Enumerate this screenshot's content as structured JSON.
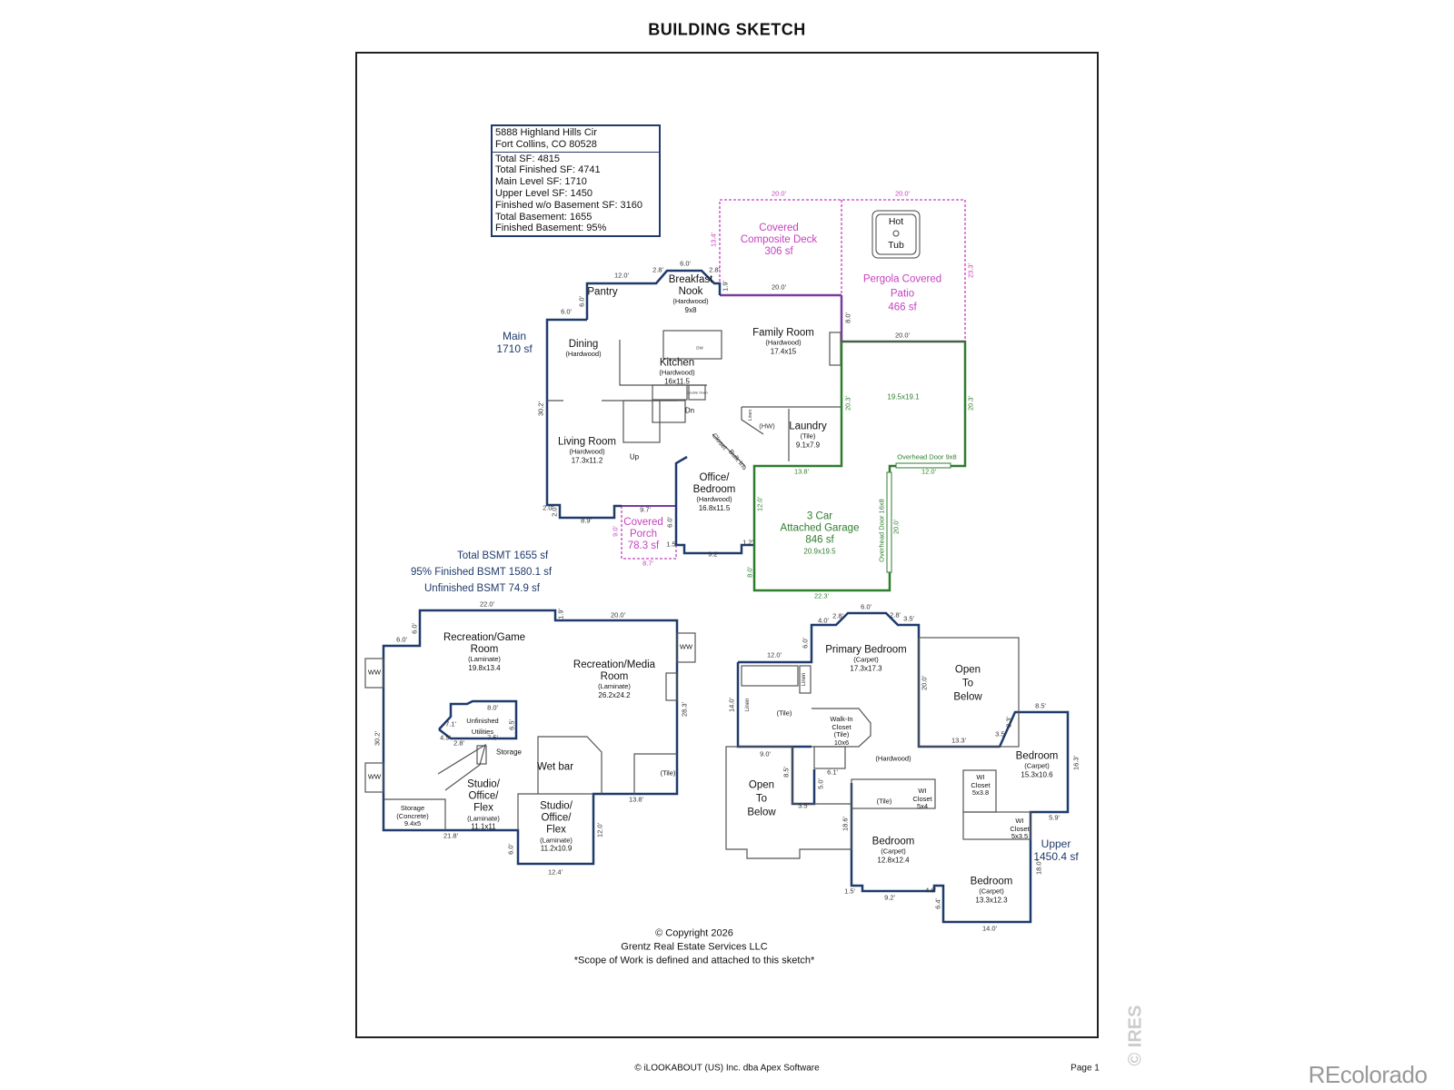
{
  "title": "BUILDING SKETCH",
  "info_box": {
    "address1": "5888 Highland Hills Cir",
    "address2": "Fort Collins, CO 80528",
    "lines": [
      "Total SF: 4815",
      "Total Finished SF: 4741",
      "Main Level SF: 1710",
      "Upper Level SF: 1450",
      "Finished w/o Basement SF: 3160",
      "Total Basement: 1655",
      "Finished Basement: 95%"
    ]
  },
  "colors": {
    "wall": "#1f3a6b",
    "outdoor": "#c640c0",
    "garage": "#2e7d2e"
  },
  "main": {
    "level_label": "Main",
    "level_sf": "1710 sf",
    "rooms": [
      {
        "name": "Pantry"
      },
      {
        "name": "Breakfast",
        "name2": "Nook",
        "floor": "(Hardwood)",
        "dims": "9x8"
      },
      {
        "name": "Dining",
        "floor": "(Hardwood)"
      },
      {
        "name": "Kitchen",
        "floor": "(Hardwood)",
        "dims": "16x11.5"
      },
      {
        "name": "Family Room",
        "floor": "(Hardwood)",
        "dims": "17.4x15"
      },
      {
        "name": "Living Room",
        "floor": "(Hardwood)",
        "dims": "17.3x11.2"
      },
      {
        "name": "Laundry",
        "floor": "(Tile)",
        "dims": "9.1x7.9"
      },
      {
        "name": "Office/",
        "name2": "Bedroom",
        "floor": "(Hardwood)",
        "dims": "16.8x11.5"
      },
      {
        "name": "Covered",
        "name2": "Porch",
        "area": "78.3 sf"
      },
      {
        "name": "3 Car",
        "name2": "Attached Garage",
        "area": "846 sf",
        "dims": "20.9x19.5"
      },
      {
        "name": "Covered",
        "name2": "Composite Deck",
        "area": "306 sf"
      },
      {
        "name": "Pergola Covered",
        "name2": "Patio",
        "area": "466 sf"
      },
      {
        "dims": "19.5x19.1"
      }
    ],
    "fixtures": {
      "hot_tub_1": "Hot",
      "hot_tub_2": "Tub",
      "dn": "Dn",
      "up": "Up",
      "closet": "Closet",
      "bulk_ins": "Bulk Ins",
      "hw": "(HW)",
      "linen": "Linen",
      "double_oven": "Double Oven",
      "dw": "DW",
      "overhead_door_1": "Overhead Door 9x8",
      "overhead_door_2": "Overhead Door 16x8"
    },
    "dimensions": [
      "20.0'",
      "20.0'",
      "13.4'",
      "23.3'",
      "12.0'",
      "6.0'",
      "2.8'",
      "2.8'",
      "1.9'",
      "20.0'",
      "6.0'",
      "6.0'",
      "8.0'",
      "20.0'",
      "30.2'",
      "20.3'",
      "20.3'",
      "2.0'",
      "2.0'",
      "8.9'",
      "9.7'",
      "9.0'",
      "6.0'",
      "8.7'",
      "1.5'",
      "9.2'",
      "1.2'",
      "13.8'",
      "12.0'",
      "12.0'",
      "20.0'",
      "8.0'",
      "22.3'"
    ]
  },
  "basement": {
    "totals": [
      "Total BSMT  1655 sf",
      "95% Finished BSMT 1580.1 sf",
      "Unfinished BSMT  74.9 sf"
    ],
    "rooms": [
      {
        "name": "Recreation/Game",
        "name2": "Room",
        "floor": "(Laminate)",
        "dims": "19.8x13.4"
      },
      {
        "name": "Recreation/Media",
        "name2": "Room",
        "floor": "(Laminate)",
        "dims": "26.2x24.2"
      },
      {
        "name": "Unfinished",
        "name2": "Utilities"
      },
      {
        "name": "Storage"
      },
      {
        "name": "Wet bar"
      },
      {
        "name": "Studio/",
        "name2": "Office/",
        "name3": "Flex",
        "floor": "(Laminate)",
        "dims": "11.1x11"
      },
      {
        "name": "Studio/",
        "name2": "Office/",
        "name3": "Flex",
        "floor": "(Laminate)",
        "dims": "11.2x10.9"
      },
      {
        "name": "Storage",
        "floor": "(Concrete)",
        "dims": "9.4x5"
      },
      {
        "name": "(Tile)"
      }
    ],
    "window_wells": [
      "WW",
      "WW",
      "WW"
    ],
    "dimensions": [
      "22.0'",
      "1.9'",
      "20.0'",
      "6.0'",
      "6.0'",
      "30.2'",
      "28.3'",
      "8.0'",
      "6.5'",
      "7.5'",
      "7.1'",
      "4.9'",
      "2.8'",
      "13.8'",
      "21.8'",
      "6.0'",
      "12.0'",
      "12.4'"
    ]
  },
  "upper": {
    "level_label": "Upper",
    "level_sf": "1450.4 sf",
    "rooms": [
      {
        "name": "Primary Bedroom",
        "floor": "(Carpet)",
        "dims": "17.3x17.3"
      },
      {
        "name": "Open",
        "name2": "To",
        "name3": "Below"
      },
      {
        "name": "Open",
        "name2": "To",
        "name3": "Below"
      },
      {
        "name": "(Tile)"
      },
      {
        "name": "Walk-In",
        "name2": "Closet",
        "floor": "(Tile)",
        "dims": "10x6"
      },
      {
        "name": "(Hardwood)"
      },
      {
        "name": "Bedroom",
        "floor": "(Carpet)",
        "dims": "15.3x10.6"
      },
      {
        "name": "WI",
        "name2": "Closet",
        "dims": "5x3.8"
      },
      {
        "name": "WI",
        "name2": "Closet",
        "dims": "5x4"
      },
      {
        "name": "WI",
        "name2": "Closet",
        "dims": "5x3.5"
      },
      {
        "name": "Bedroom",
        "floor": "(Carpet)",
        "dims": "12.8x12.4"
      },
      {
        "name": "Bedroom",
        "floor": "(Carpet)",
        "dims": "13.3x12.3"
      },
      {
        "name": "(Tile)"
      }
    ],
    "fixtures": {
      "linen": "Linen"
    },
    "dimensions": [
      "4.0'",
      "2.8'",
      "6.0'",
      "2.8'",
      "3.5'",
      "6.0'",
      "12.0'",
      "14.0'",
      "20.0'",
      "8.5'",
      "13.3'",
      "3.5'",
      "3.3'",
      "9.0'",
      "8.5'",
      "6.1'",
      "5.0'",
      "3.5'",
      "18.6'",
      "16.3'",
      "5.9'",
      "18.0'",
      "1.5'",
      "9.2'",
      "4.6'",
      "6.4'",
      "14.0'"
    ]
  },
  "footer": {
    "copyright": "© Copyright 2026",
    "company": "Grentz Real Estate Services LLC",
    "scope": "*Scope of Work is defined and attached to this sketch*",
    "credit": "© iLOOKABOUT (US) Inc. dba Apex Software",
    "page": "Page 1",
    "watermark": "© IRES",
    "brand": "REcolorado"
  }
}
